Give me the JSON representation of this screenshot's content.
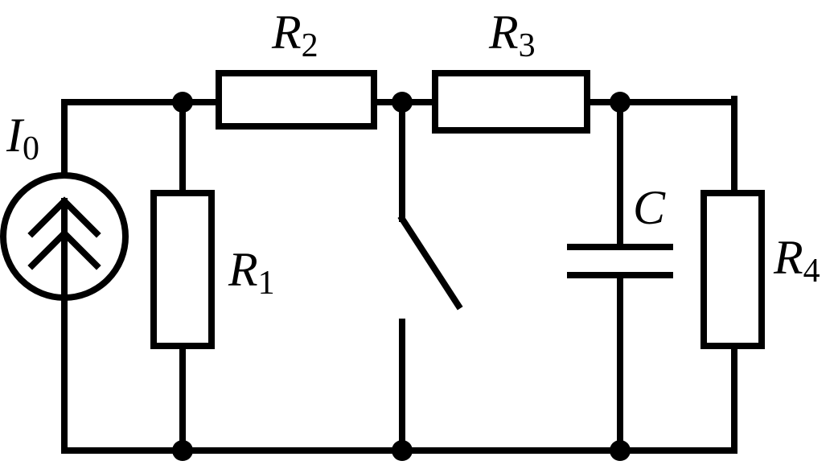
{
  "components": {
    "source": {
      "symbol": "I",
      "sub": "0"
    },
    "r1": {
      "symbol": "R",
      "sub": "1"
    },
    "r2": {
      "symbol": "R",
      "sub": "2"
    },
    "r3": {
      "symbol": "R",
      "sub": "3"
    },
    "r4": {
      "symbol": "R",
      "sub": "4"
    },
    "capacitor": {
      "symbol": "C"
    }
  }
}
